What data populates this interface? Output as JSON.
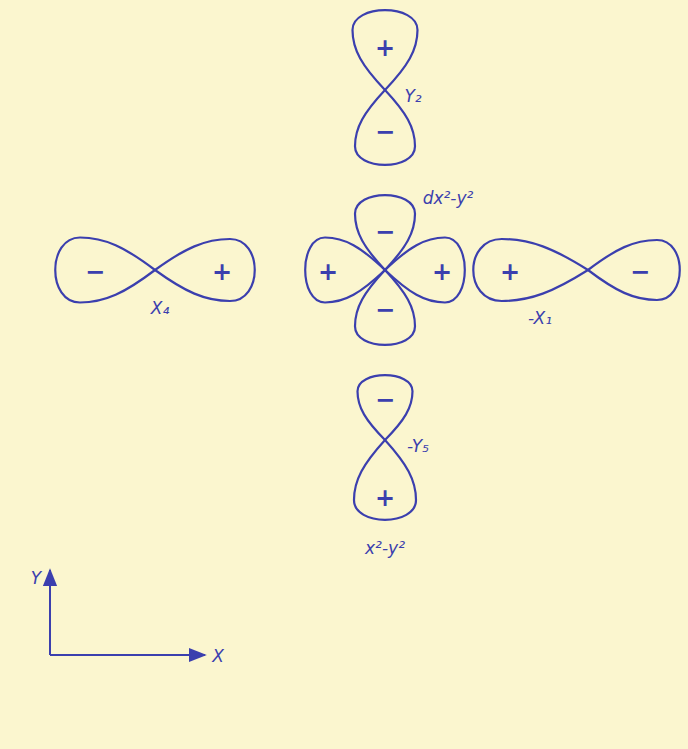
{
  "diagram": {
    "labels": [
      "+",
      "−",
      "Y₂",
      "dx²-y²",
      "−",
      "+",
      "+",
      "−",
      "−",
      "+",
      "X₄",
      "+",
      "−",
      "-X₁",
      "−",
      "+",
      "-Y₅",
      "x²-y²",
      "Y",
      "X"
    ]
  }
}
